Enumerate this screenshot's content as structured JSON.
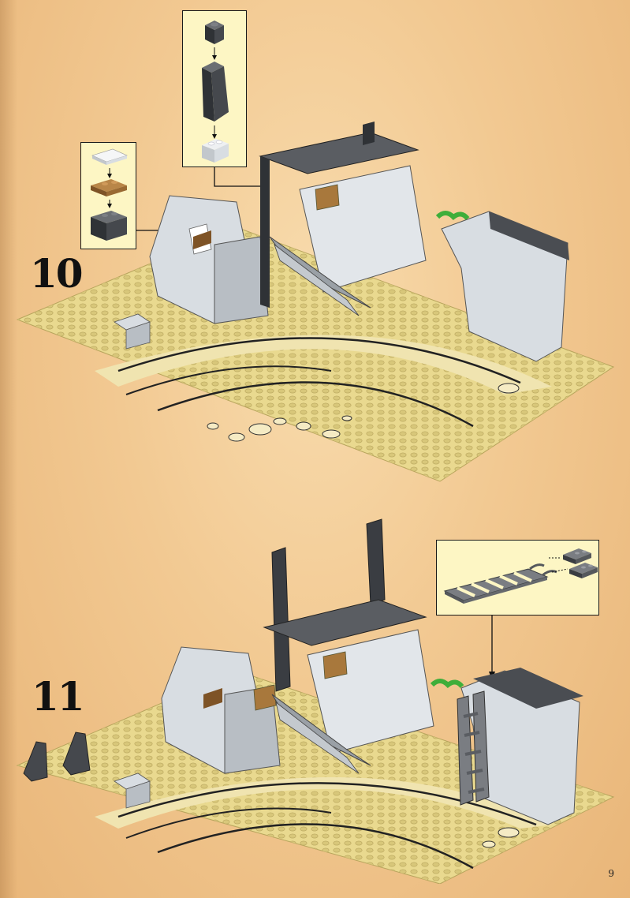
{
  "page": {
    "step_numbers": [
      "10",
      "11"
    ],
    "page_number": "9"
  },
  "colors": {
    "baseplate": "#e9d98f",
    "stud": "#d8c77a",
    "light_gray": "#d8dde2",
    "dark_gray": "#4a4d52",
    "brown": "#a8783c",
    "green": "#3fae3a",
    "callout_bg": "#fdf6c4"
  },
  "callouts": [
    {
      "name": "top-parts-callout",
      "parts": [
        "dark-gray-1x1-brick",
        "dark-gray-slope-brick",
        "light-gray-1x2-brick"
      ]
    },
    {
      "name": "left-parts-callout",
      "parts": [
        "light-gray-tile",
        "brown-plate",
        "dark-gray-1x2-brick"
      ]
    },
    {
      "name": "ladder-callout",
      "parts": [
        "gray-ladder",
        "clip-plate-left",
        "clip-plate-right"
      ]
    }
  ]
}
